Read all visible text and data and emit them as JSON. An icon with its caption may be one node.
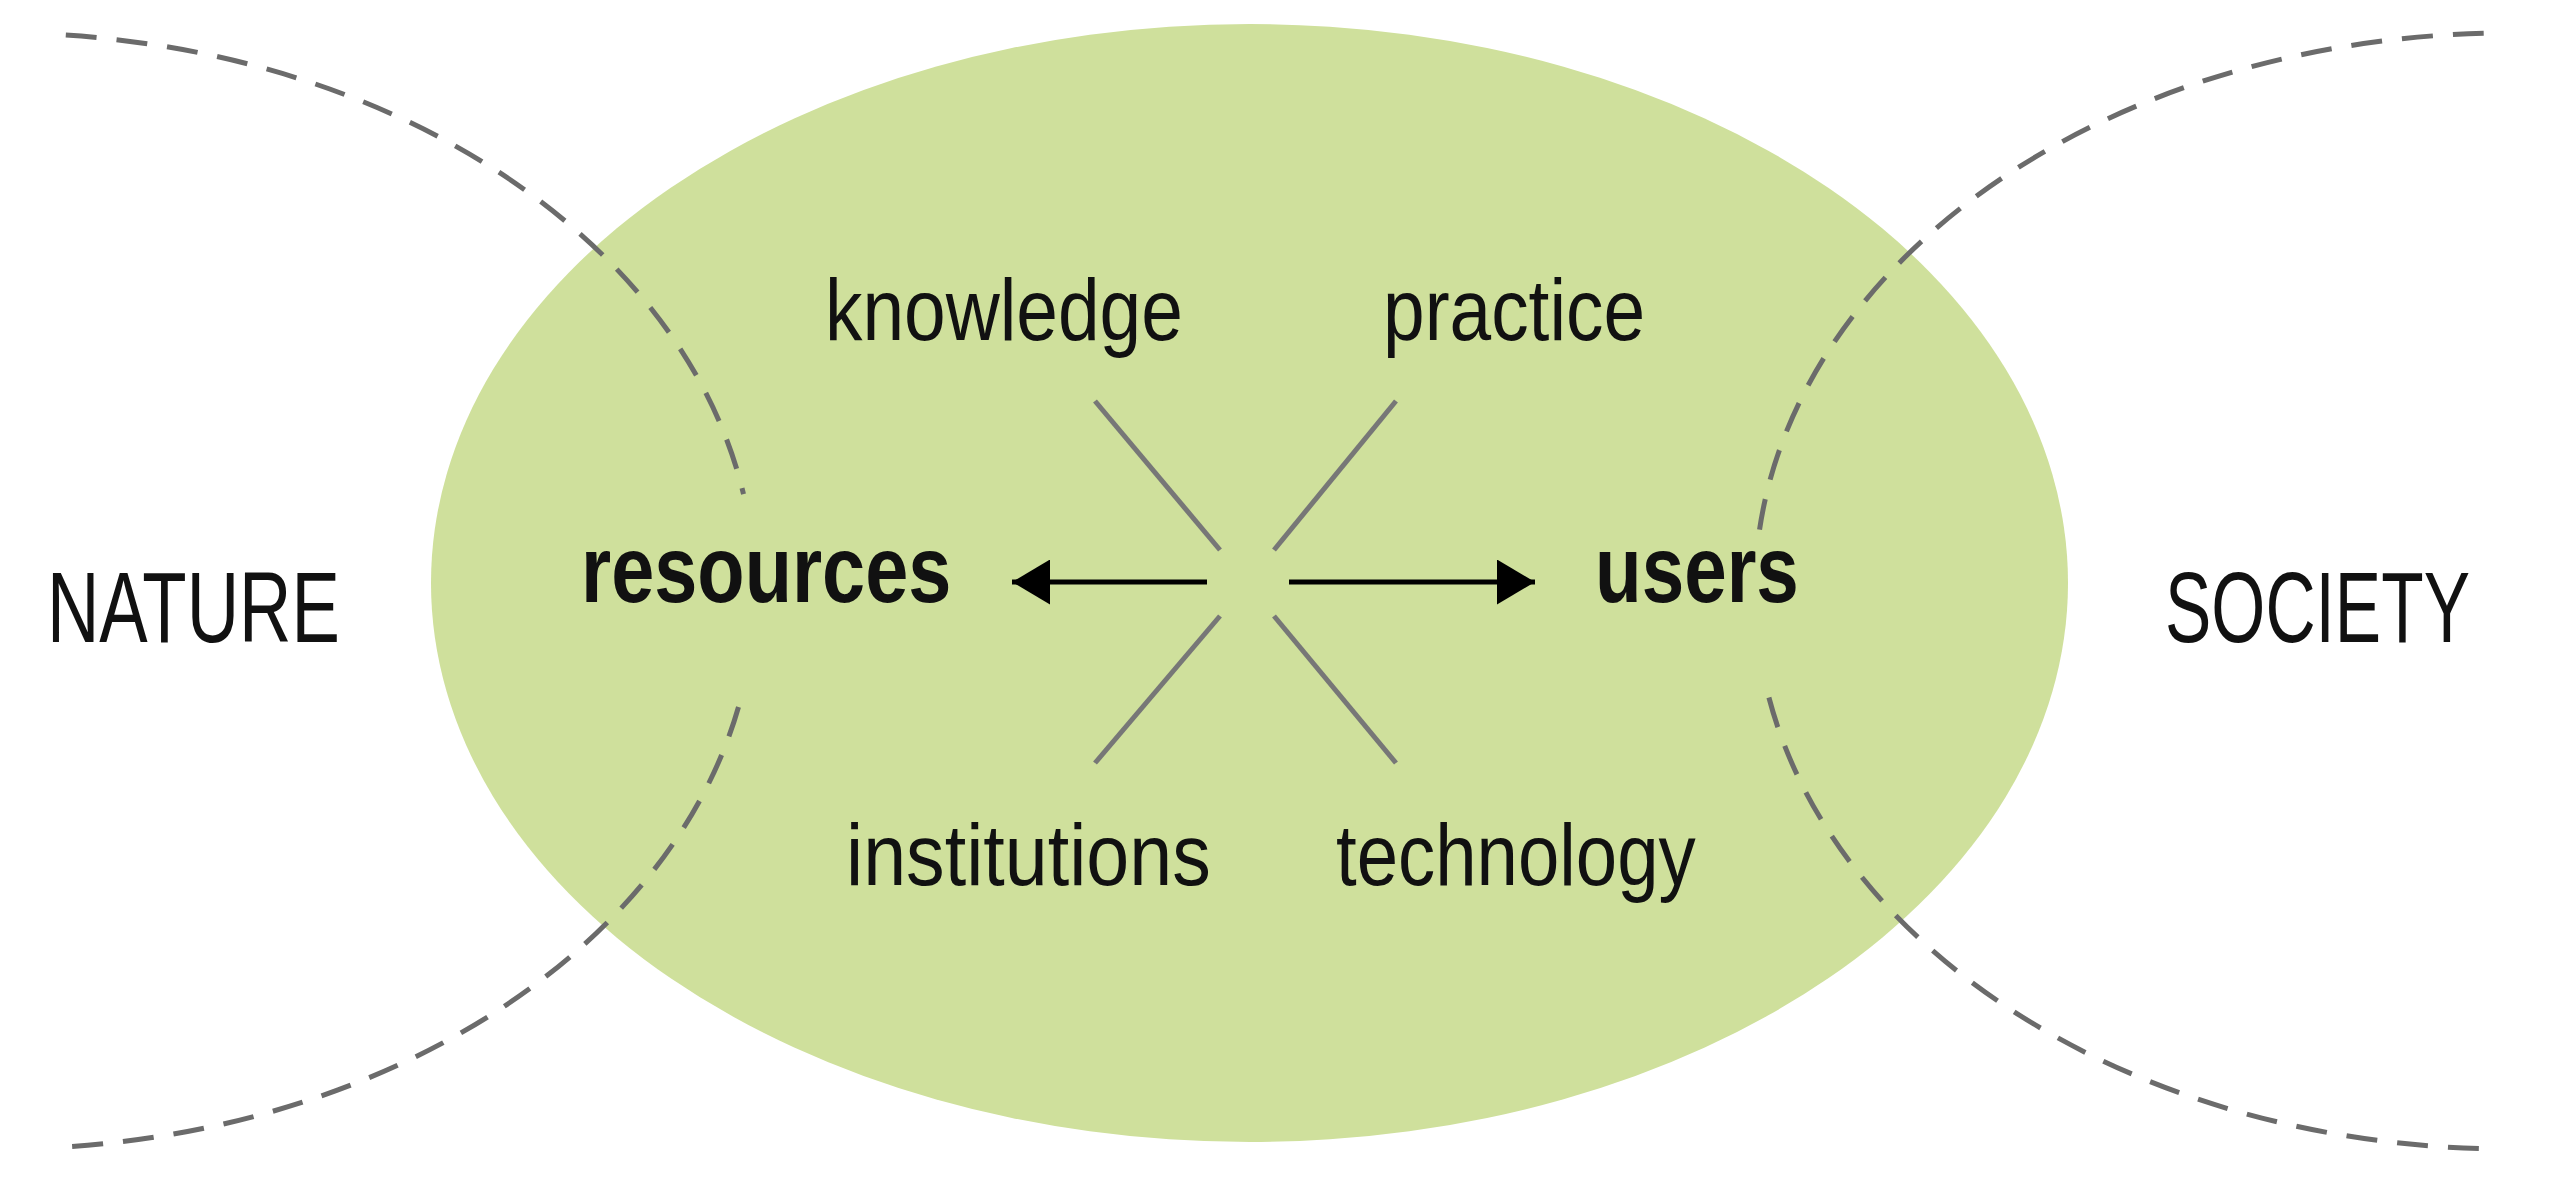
{
  "diagram": {
    "nodes": [
      {
        "text": [
          "NATURE"
        ]
      },
      {
        "text": [],
        "shape": "ellipse"
      },
      {
        "text": [
          "knowledge"
        ],
        "in": 1
      },
      {
        "text": [
          "practice"
        ],
        "in": 1
      },
      {
        "text": [
          "resources"
        ],
        "in": 1
      },
      {
        "text": [
          "users"
        ],
        "in": 1
      },
      {
        "text": [
          "institutions"
        ],
        "in": 1
      },
      {
        "text": [
          "technology"
        ],
        "in": 1
      },
      {
        "text": [
          "SOCIETY"
        ]
      }
    ],
    "edges": [
      {
        "from": null,
        "to": 2,
        "arrow": "none"
      },
      {
        "from": null,
        "to": 3,
        "arrow": "none"
      },
      {
        "from": null,
        "to": 4,
        "arrow": "to",
        "color": "#000000"
      },
      {
        "from": null,
        "to": 5,
        "arrow": "to",
        "color": "#000000"
      },
      {
        "from": null,
        "to": 6,
        "arrow": "none"
      },
      {
        "from": null,
        "to": 7,
        "arrow": "none"
      }
    ]
  }
}
